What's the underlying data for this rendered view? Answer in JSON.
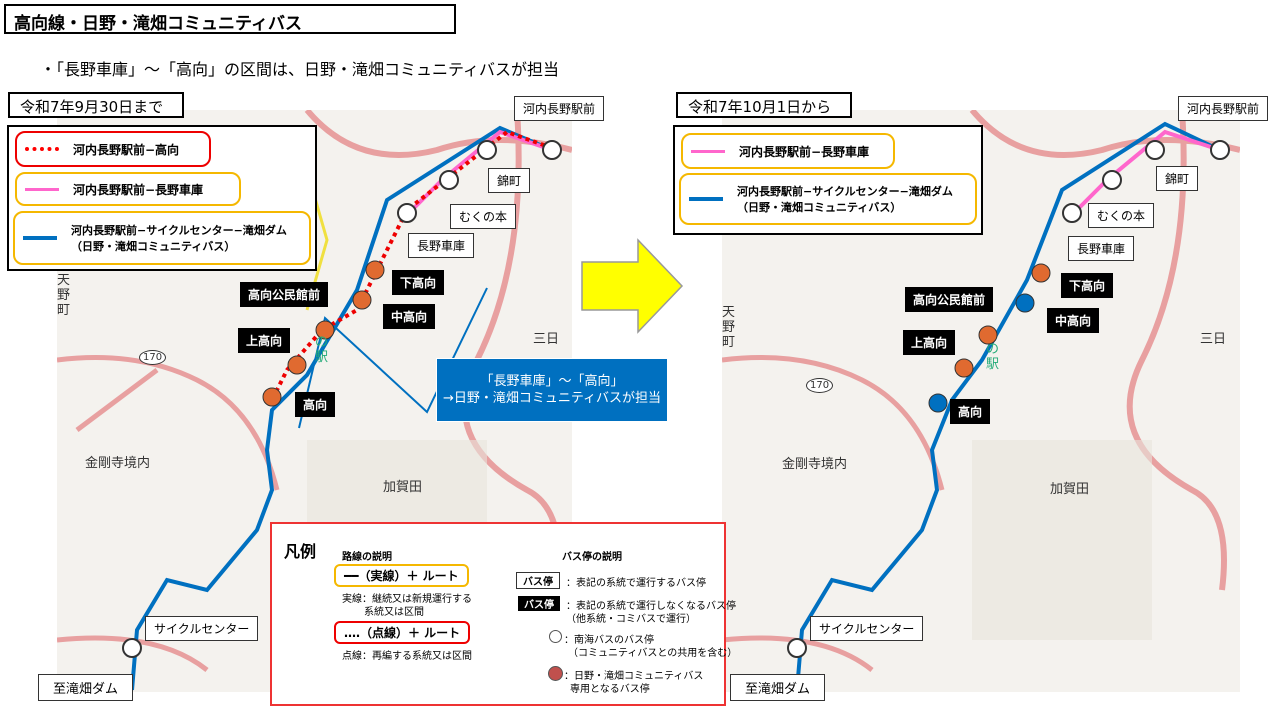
{
  "title": "高向線・日野・滝畑コミュニティバス",
  "subtitle": "・「長野車庫」～「高向」の区間は、日野・滝畑コミュニティバスが担当",
  "before": {
    "date_label": "令和7年9月30日まで",
    "legend": [
      {
        "label": "河内長野駅前−高向",
        "color": "#ff0000",
        "style": "dotted"
      },
      {
        "label": "河内長野駅前−長野車庫",
        "color": "#ff66cc",
        "style": "solid"
      },
      {
        "label": "河内長野駅前−サイクルセンター−滝畑ダム",
        "label2": "（日野・滝畑コミュニティバス）",
        "color": "#0070c0",
        "style": "solid"
      }
    ],
    "stops": {
      "station": "河内長野駅前",
      "nishiki": "錦町",
      "mukunomoto": "むくの本",
      "shako": "長野車庫",
      "shimo": "下高向",
      "naka": "中高向",
      "kominkan": "高向公民館前",
      "kami": "上高向",
      "takamuki": "高向",
      "cycle": "サイクルセンター",
      "dam": "至滝畑ダム"
    },
    "callout": {
      "line1": "「長野車庫」～「高向」",
      "line2": "→日野・滝畑コミュニティバスが担当"
    }
  },
  "after": {
    "date_label": "令和7年10月1日から",
    "legend": [
      {
        "label": "河内長野駅前−長野車庫",
        "color": "#ff66cc",
        "style": "solid"
      },
      {
        "label": "河内長野駅前−サイクルセンター−滝畑ダム",
        "label2": "（日野・滝畑コミュニティバス）",
        "color": "#0070c0",
        "style": "solid"
      }
    ],
    "stops": {
      "station": "河内長野駅前",
      "nishiki": "錦町",
      "mukunomoto": "むくの本",
      "shako": "長野車庫",
      "shimo": "下高向",
      "naka": "中高向",
      "kominkan": "高向公民館前",
      "kami": "上高向",
      "takamuki": "高向",
      "cycle": "サイクルセンター",
      "dam": "至滝畑ダム"
    }
  },
  "map_text": {
    "amano": "天野町",
    "kongoji": "金剛寺境内",
    "kagata": "加賀田",
    "mikka": "三日",
    "route170": "170",
    "michinoeki": "の駅"
  },
  "legend": {
    "title": "凡例",
    "routes_heading": "路線の説明",
    "solid_label": "━━（実線）＋ ルート",
    "solid_desc1": "実線：継続又は新規運行する",
    "solid_desc2": "系統又は区間",
    "dotted_label": "‥‥（点線）＋ ルート",
    "dotted_desc": "点線：再編する系統又は区間",
    "stops_heading": "バス停の説明",
    "stop_tag": "バス停",
    "white_tag_desc": "：表記の系統で運行するバス停",
    "black_tag_desc1": "：表記の系統で運行しなくなるバス停",
    "black_tag_desc2": "（他系統・コミバスで運行）",
    "white_circle_desc1": "：南海バスのバス停",
    "white_circle_desc2": "（コミュニティバスとの共用を含む）",
    "red_circle_desc1": "：日野・滝畑コミュニティバス",
    "red_circle_desc2": "専用となるバス停"
  }
}
